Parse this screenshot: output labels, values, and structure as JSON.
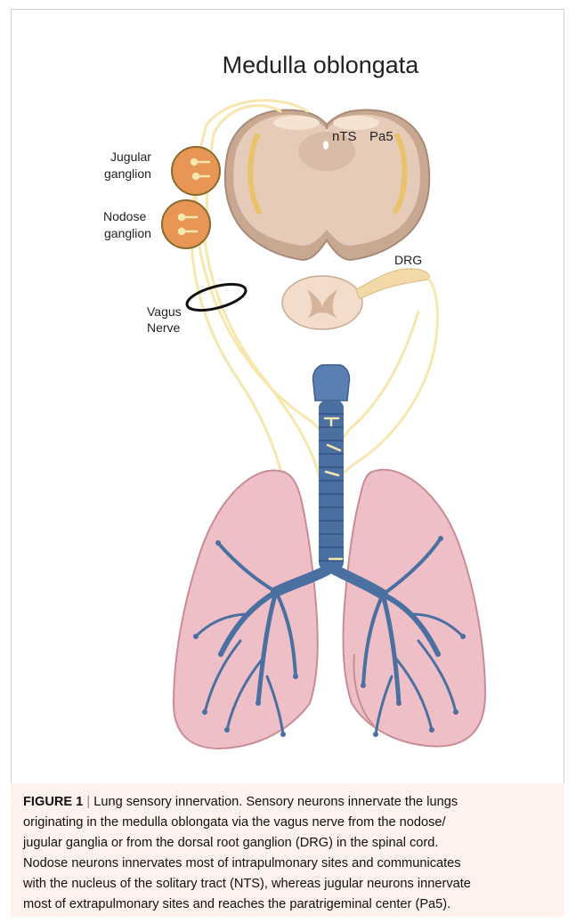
{
  "diagram": {
    "title": "Medulla oblongata",
    "labels": {
      "nts": "nTS",
      "pa5": "Pa5",
      "jugular": [
        "Jugular",
        "ganglion"
      ],
      "nodose": [
        "Nodose",
        "ganglion"
      ],
      "drg": "DRG",
      "vagus": [
        "Vagus",
        "Nerve"
      ]
    },
    "colors": {
      "medulla": "#e6cbb8",
      "medulla_edge": "#a98a78",
      "ganglion": "#e89655",
      "ganglion_edge": "#8a6a2d",
      "nerve": "#f7e6ad",
      "lung": "#eebfc6",
      "lung_edge": "#c98c97",
      "airway": "#4a6fa1",
      "cord": "#f2dccb"
    }
  },
  "caption": {
    "figure_label": "FIGURE 1",
    "separator": "|",
    "lines": [
      "Lung sensory innervation. Sensory neurons innervate the lungs",
      "originating in the medulla oblongata via the vagus nerve from the nodose/",
      "jugular ganglia or from the dorsal root ganglion (DRG) in the spinal cord.",
      "Nodose neurons innervates most of intrapulmonary sites and communicates",
      "with the nucleus of the solitary tract (NTS), whereas jugular neurons innervate",
      "most of extrapulmonary sites and reaches the paratrigeminal center (Pa5)."
    ]
  }
}
